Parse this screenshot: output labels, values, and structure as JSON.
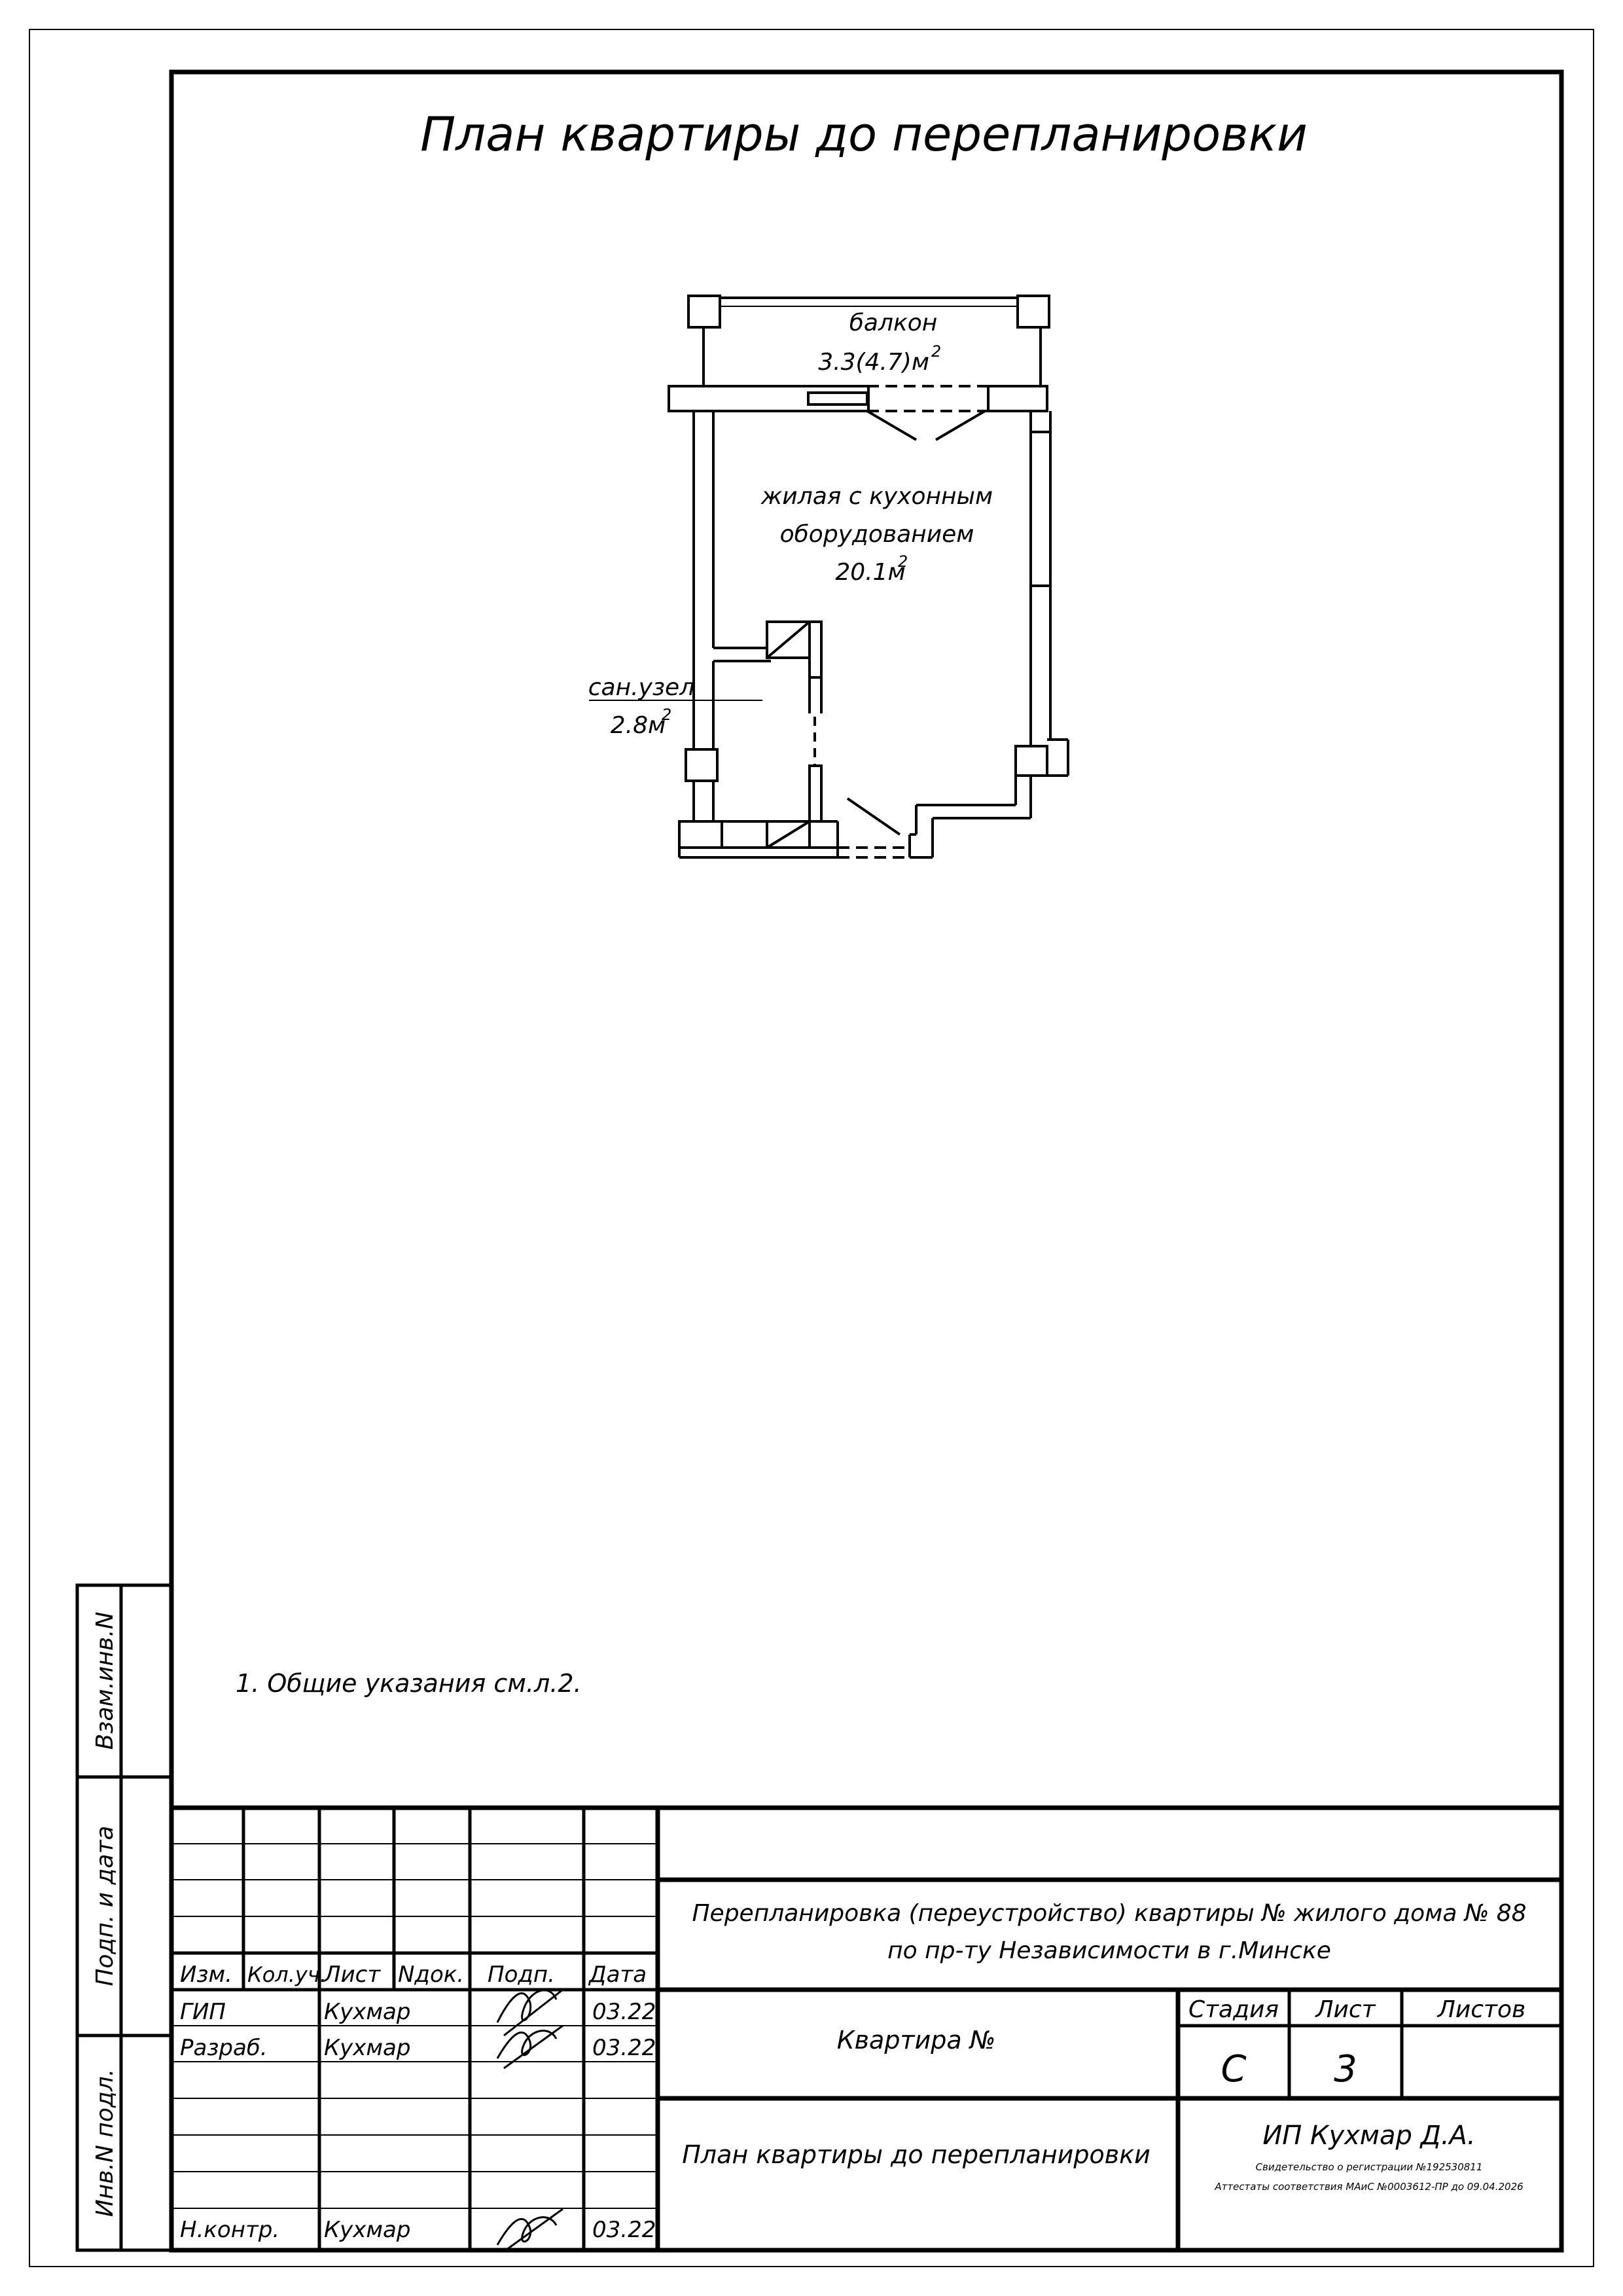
{
  "sheet_title": "План квартиры до перепланировки",
  "rooms": {
    "balcony": {
      "name": "балкон",
      "area": "3.3(4.7)м",
      "sup": "2"
    },
    "living": {
      "line1": "жилая с кухонным",
      "line2": "оборудованием",
      "area": "20.1м",
      "sup": "2"
    },
    "bathroom": {
      "name": "сан.узел",
      "area": "2.8м",
      "sup": "2"
    }
  },
  "notes": [
    "1. Общие указания см.л.2."
  ],
  "side_stamp": {
    "vzam": "Взам.инв.N",
    "podp": "Подп. и дата",
    "inv": "Инв.N подл."
  },
  "title_block": {
    "headers": {
      "izm": "Изм.",
      "kol": "Кол.уч.",
      "list": "Лист",
      "ndok": "Nдок.",
      "podp": "Подп.",
      "data": "Дата"
    },
    "rows": [
      {
        "role": "ГИП",
        "name": "Кухмар",
        "date": "03.22"
      },
      {
        "role": "Разраб.",
        "name": "Кухмар",
        "date": "03.22"
      },
      {
        "role": "Н.контр.",
        "name": "Кухмар",
        "date": "03.22"
      }
    ],
    "project_line1": "Перепланировка (переустройство) квартиры №  жилого дома № 88",
    "project_line2": "по пр-ту Независимости в г.Минске",
    "object": "Квартира №",
    "sheet_name": "План квартиры до перепланировки",
    "stage_label": "Стадия",
    "sheet_label": "Лист",
    "sheets_label": "Листов",
    "stage": "С",
    "sheet": "3",
    "sheets": "",
    "org": "ИП Кухмар Д.А.",
    "cert1": "Свидетельство о регистрации №192530811",
    "cert2": "Аттестаты соответствия МАиС №0003612-ПР до 09.04.2026"
  }
}
